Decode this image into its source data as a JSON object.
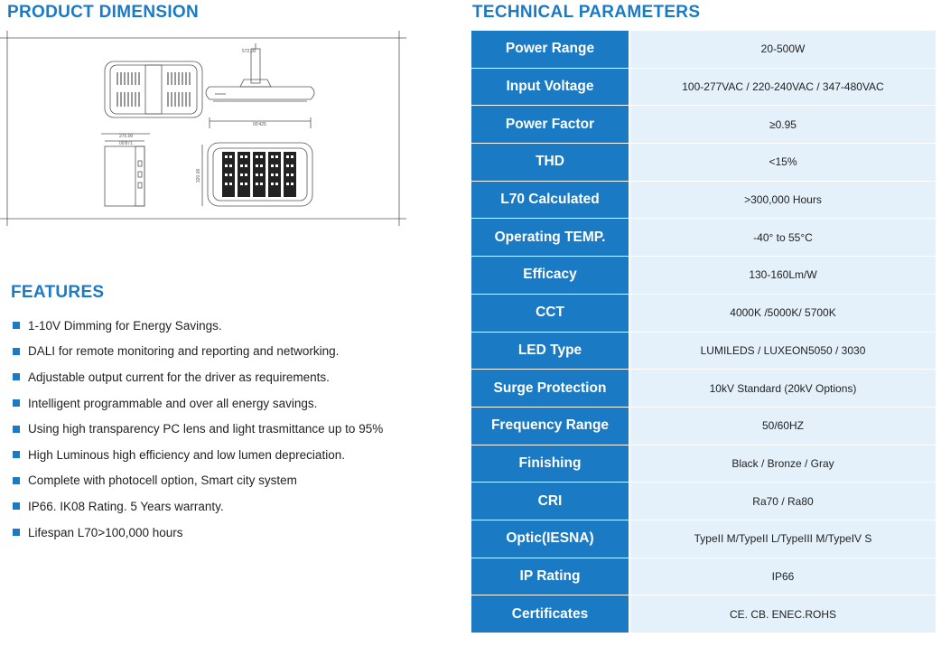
{
  "headings": {
    "dimension": "PRODUCT DIMENSION",
    "features": "FEATURES",
    "technical": "TECHNICAL PARAMETERS"
  },
  "colors": {
    "accent": "#1a7ac4",
    "value_bg": "#e4f1fb"
  },
  "drawing": {
    "dim_top": "572.00",
    "dim_bottom": "00'425",
    "dim_side_a": "270.00",
    "dim_side_b": "00'871",
    "dim_vertical": "320.00"
  },
  "features": [
    "1-10V Dimming for Energy Savings.",
    "DALI for remote monitoring and reporting and networking.",
    "Adjustable output current for the driver as requirements.",
    "Intelligent programmable and over all energy savings.",
    "Using high transparency PC lens and light trasmittance  up to 95%",
    "High Luminous high efficiency and low lumen depreciation.",
    "Complete with photocell option, Smart city system",
    "IP66. IK08 Rating. 5 Years warranty.",
    "Lifespan L70>100,000 hours"
  ],
  "parameters": [
    {
      "label": "Power Range",
      "value": "20-500W"
    },
    {
      "label": "Input Voltage",
      "value": "100-277VAC / 220-240VAC / 347-480VAC"
    },
    {
      "label": "Power Factor",
      "value": "≥0.95"
    },
    {
      "label": "THD",
      "value": "<15%"
    },
    {
      "label": "L70 Calculated",
      "value": ">300,000 Hours"
    },
    {
      "label": "Operating TEMP.",
      "value": "-40° to 55°C"
    },
    {
      "label": "Efficacy",
      "value": "130-160Lm/W"
    },
    {
      "label": "CCT",
      "value": "4000K /5000K/ 5700K"
    },
    {
      "label": "LED Type",
      "value": "LUMILEDS / LUXEON5050 / 3030"
    },
    {
      "label": "Surge Protection",
      "value": "10kV Standard (20kV Options)"
    },
    {
      "label": "Frequency Range",
      "value": "50/60HZ"
    },
    {
      "label": "Finishing",
      "value": "Black / Bronze / Gray"
    },
    {
      "label": "CRI",
      "value": "Ra70 /  Ra80"
    },
    {
      "label": "Optic(IESNA)",
      "value": "TypeII M/TypeII L/TypeIII M/TypeIV S"
    },
    {
      "label": "IP Rating",
      "value": "IP66"
    },
    {
      "label": "Certificates",
      "value": "CE. CB. ENEC.ROHS"
    }
  ]
}
